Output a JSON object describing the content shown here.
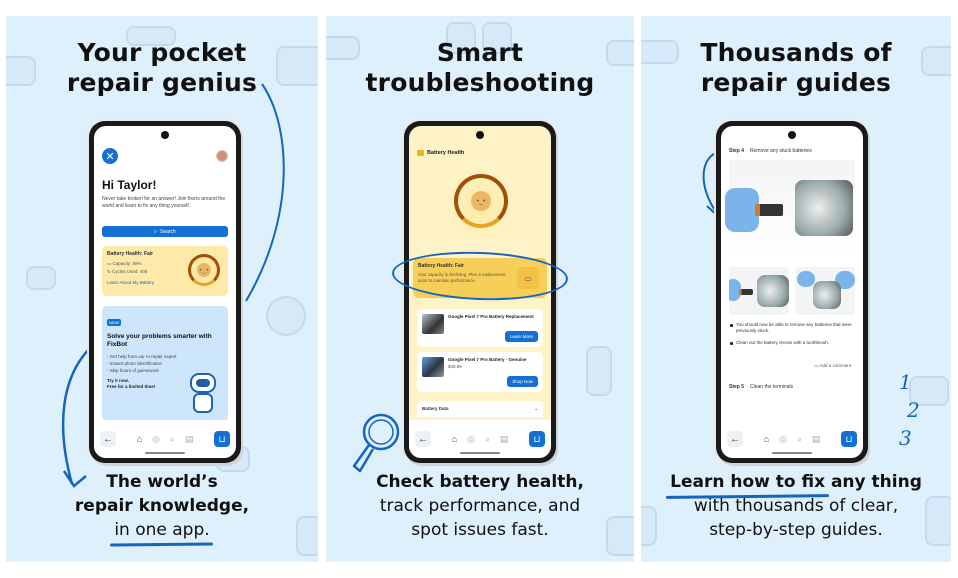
{
  "panels": [
    {
      "headline": [
        "Your pocket",
        "repair genius"
      ],
      "caption": {
        "bold1": "The world’s",
        "bold2": "repair knowledge,",
        "underlined": "in one app."
      },
      "screen": {
        "greeting": "Hi Taylor!",
        "intro": "Never take broken for an answer! Join fixers around the world and learn to fix any thing yourself.",
        "search_label": "Search",
        "battery_card": {
          "title": "Battery Health: Fair",
          "capacity": "Capacity: 89%",
          "cycles": "Cycles Used: 405",
          "link": "Learn About My Battery"
        },
        "fixbot_card": {
          "badge": "NEW!",
          "title": "Solve your problems smarter with FixBot",
          "bullets": [
            "Get help from our AI repair expert",
            "Instant photo identification",
            "Skip hours of guesswork"
          ],
          "cta_line1": "Try it now.",
          "cta_line2": "Free for a limited time!"
        }
      }
    },
    {
      "headline": [
        "Smart",
        "troubleshooting"
      ],
      "caption": {
        "bold1": "Check battery health,",
        "line2": "track performance, and",
        "line3": "spot issues fast."
      },
      "screen": {
        "header": "Battery Health",
        "status_card": {
          "title": "Battery Health: Fair",
          "description": "Your capacity is declining. Plan a replacement soon to maintain performance."
        },
        "products": [
          {
            "name": "Google Pixel 7 Pro Battery Replacement",
            "price": "",
            "button": "Learn More"
          },
          {
            "name": "Google Pixel 7 Pro Battery - Genuine",
            "price": "$49.99",
            "button": "Shop Now"
          }
        ],
        "battery_data_label": "Battery Data"
      }
    },
    {
      "headline": [
        "Thousands of",
        "repair guides"
      ],
      "caption": {
        "underlined": "Learn how to fix",
        "bold_rest": " any thing",
        "line2": "with thousands of clear,",
        "line3": "step-by-step guides."
      },
      "screen": {
        "step4_label": "Step 4",
        "step4_title": "Remove any stuck batteries",
        "bullets": [
          "You should now be able to remove any batteries that were previously stuck.",
          "Clean out the battery recess with a toothbrush."
        ],
        "add_comment": "Add a comment",
        "step5_label": "Step 5",
        "step5_title": "Clean the terminals"
      },
      "annotations": [
        "1",
        "2",
        "3"
      ]
    }
  ],
  "navbar": {
    "back_icon": "←",
    "home_icon": "⌂",
    "devices_icon": "◎",
    "search_icon": "⌕",
    "store_icon": "▤",
    "cart_icon": "🛒"
  },
  "colors": {
    "panel_bg": "#dff0fd",
    "primary_blue": "#1570d4",
    "accent_yellow": "#f7cf58",
    "ink_blue": "#1565c0"
  }
}
